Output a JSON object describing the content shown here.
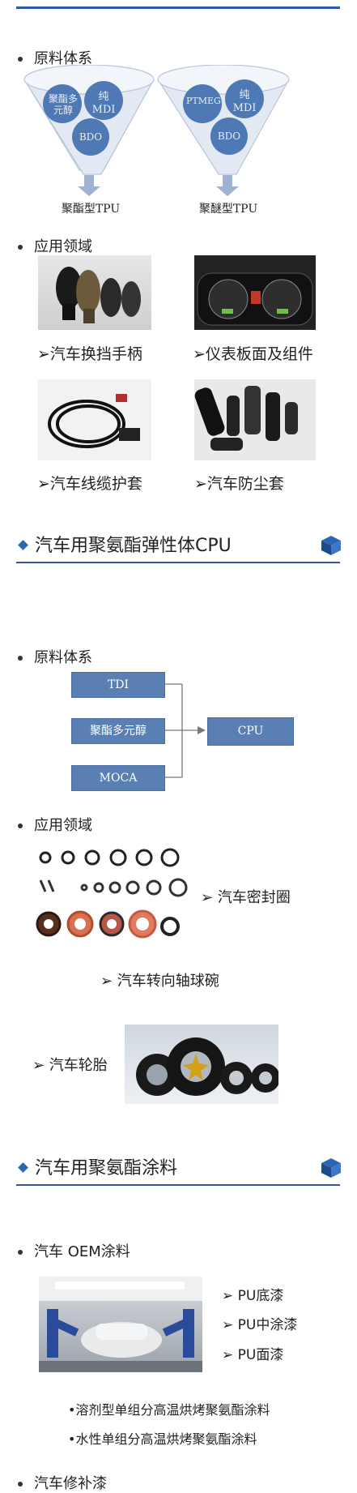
{
  "section1": {
    "raw_label": "原料体系",
    "funnel_left": {
      "circles": [
        "聚酯多元醇",
        "纯MDI",
        "BDO"
      ],
      "label": "聚酯型TPU"
    },
    "funnel_right": {
      "circles": [
        "PTMEG",
        "纯MDI",
        "BDO"
      ],
      "label": "聚醚型TPU"
    },
    "app_label": "应用领域",
    "apps": [
      "➢汽车换挡手柄",
      "➢仪表板面及组件",
      "➢汽车线缆护套",
      "➢汽车防尘套"
    ]
  },
  "section2": {
    "title": "汽车用聚氨酯弹性体CPU",
    "raw_label": "原料体系",
    "inputs": [
      "TDI",
      "聚酯多元醇",
      "MOCA"
    ],
    "output": "CPU",
    "app_label": "应用领域",
    "apps": [
      "➢ 汽车密封圈",
      "➢ 汽车转向轴球碗",
      "➢ 汽车轮胎"
    ]
  },
  "section3": {
    "title": "汽车用聚氨酯涂料",
    "oem_label": "汽车 OEM涂料",
    "coats": [
      "➢ PU底漆",
      "➢ PU中涂漆",
      "➢ PU面漆"
    ],
    "types": [
      "•溶剂型单组分高温烘烤聚氨酯涂料",
      "•水性单组分高温烘烤聚氨酯涂料"
    ],
    "cutoff": "汽车修补漆"
  },
  "colors": {
    "accent": "#2d5aa0",
    "circle": "#4e79b5",
    "box": "#5a80b3"
  }
}
